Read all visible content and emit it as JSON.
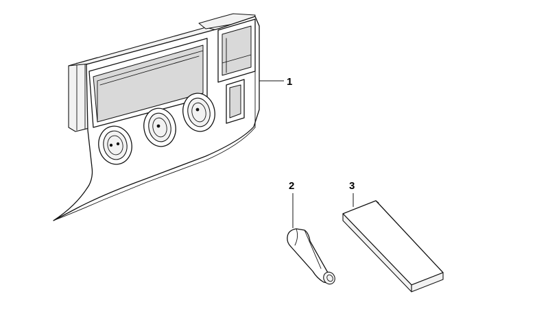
{
  "diagram": {
    "background": "#ffffff",
    "line_color": "#111111",
    "callouts": [
      {
        "id": "1",
        "label": "1"
      },
      {
        "id": "2",
        "label": "2"
      },
      {
        "id": "3",
        "label": "3"
      }
    ]
  }
}
